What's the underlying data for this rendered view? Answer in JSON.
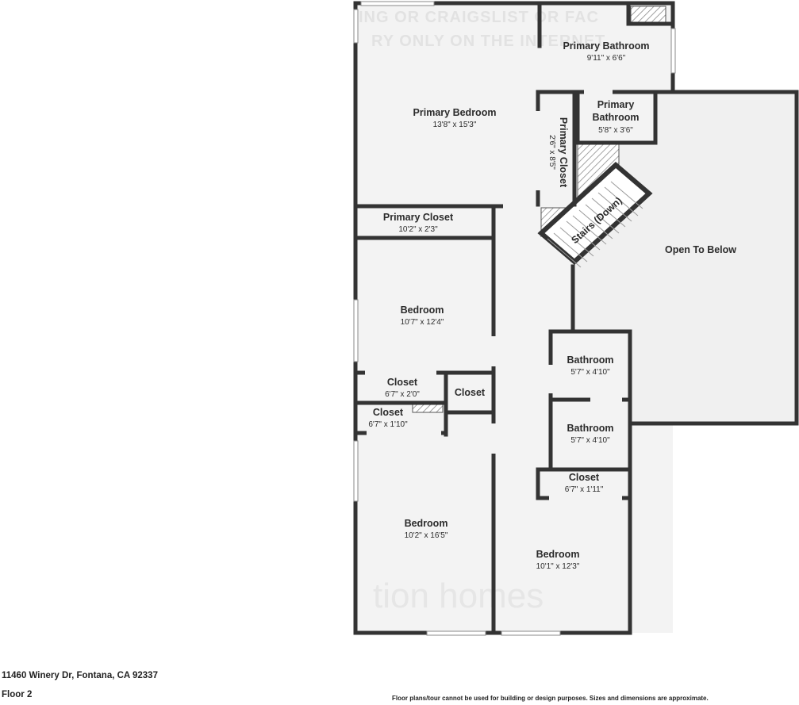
{
  "watermark": {
    "line1": "ING OR CRAIGSLIST OR FAC",
    "line2": "RY ONLY ON THE INTERNET",
    "logo": "tion homes"
  },
  "rooms": {
    "primary_bathroom_main": {
      "name": "Primary Bathroom",
      "dim": "9'11\" x 6'6\""
    },
    "primary_bedroom": {
      "name": "Primary Bedroom",
      "dim": "13'8\" x 15'3\""
    },
    "primary_closet_vertical": {
      "name": "Primary Closet",
      "dim": "2'6\" x 8'5\""
    },
    "primary_bathroom_small": {
      "name1": "Primary",
      "name2": "Bathroom",
      "dim": "5'8\" x 3'6\""
    },
    "stairs": {
      "name": "Stairs (Down)"
    },
    "primary_closet": {
      "name": "Primary Closet",
      "dim": "10'2\" x 2'3\""
    },
    "open_to_below": {
      "name": "Open To Below"
    },
    "bedroom_1": {
      "name": "Bedroom",
      "dim": "10'7\" x 12'4\""
    },
    "closet_1": {
      "name": "Closet",
      "dim": "6'7\" x 2'0\""
    },
    "closet_2": {
      "name": "Closet"
    },
    "closet_3": {
      "name": "Closet",
      "dim": "6'7\" x 1'10\""
    },
    "bathroom_1": {
      "name": "Bathroom",
      "dim": "5'7\" x 4'10\""
    },
    "bathroom_2": {
      "name": "Bathroom",
      "dim": "5'7\" x 4'10\""
    },
    "closet_4": {
      "name": "Closet",
      "dim": "6'7\" x 1'11\""
    },
    "bedroom_2": {
      "name": "Bedroom",
      "dim": "10'2\" x 16'5\""
    },
    "bedroom_3": {
      "name": "Bedroom",
      "dim": "10'1\" x 12'3\""
    }
  },
  "footer": {
    "address": "11460 Winery Dr, Fontana, CA 92337",
    "floor": "Floor 2",
    "disclaimer": "Floor plans/tour cannot be used for building or design purposes. Sizes and dimensions are approximate."
  },
  "colors": {
    "floor": "#f3f3f3",
    "wall": "#333333",
    "open_area": "#f0f0f0"
  }
}
